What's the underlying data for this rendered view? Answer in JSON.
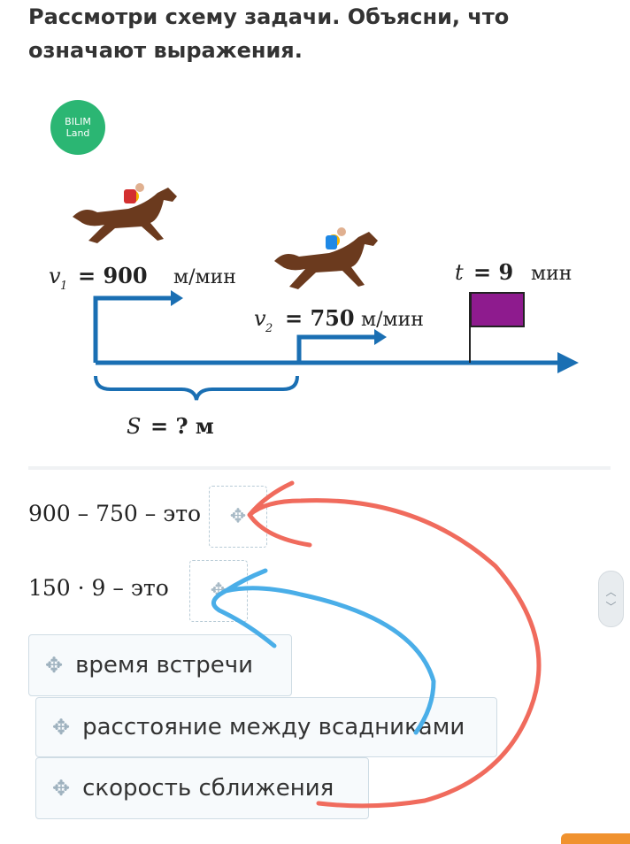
{
  "question": "Рассмотри схему задачи. Объясни, что означают выражения.",
  "logo": {
    "line1": "BILIM",
    "line2": "Land"
  },
  "diagram": {
    "v1_sym": "v",
    "v1_sub": "1",
    "v1_value": "= 900",
    "v1_unit": "м/мин",
    "v2_sym": "v",
    "v2_sub": "2",
    "v2_value": "= 750",
    "v2_unit": "м/мин",
    "t_label": "t",
    "t_value": "= 9",
    "t_unit": "мин",
    "s_label": "S",
    "s_value": "= ? м",
    "colors": {
      "arrow": "#1a6fb3",
      "flag": "#8e1b8e",
      "horse": "#6b3a1e"
    }
  },
  "exercise": {
    "expr1": "900 – 750 – это",
    "expr2": "150 · 9 – это",
    "options": [
      "время встречи",
      "расстояние между всадниками",
      "скорость сближения"
    ]
  },
  "annotation_colors": {
    "red": "#f06b5d",
    "blue": "#4aaee8"
  },
  "icons": {
    "drag": "move-cross-icon",
    "scroll": "scroll-updown-icon"
  }
}
